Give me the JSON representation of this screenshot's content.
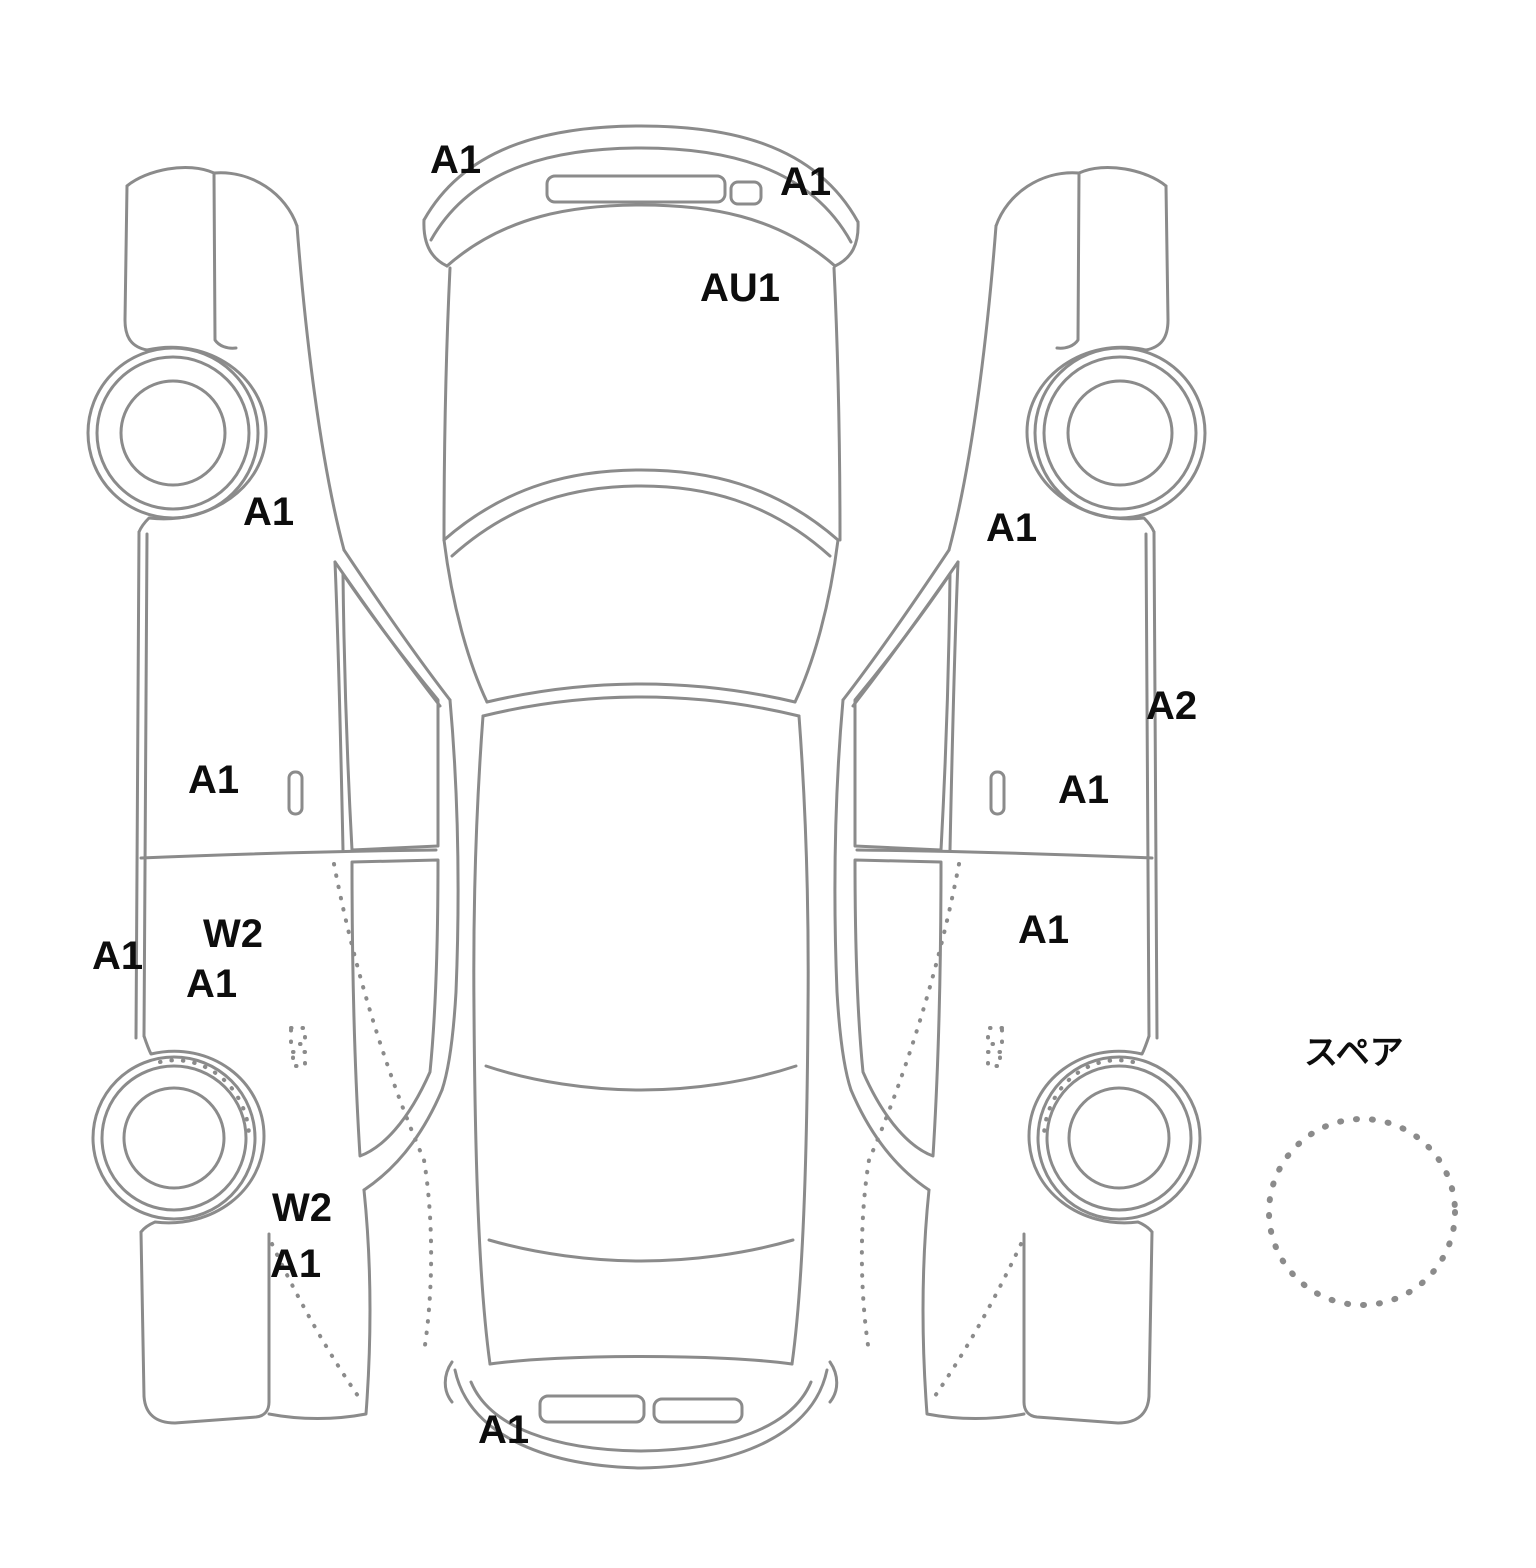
{
  "diagram": {
    "kind": "vehicle-damage-map",
    "views": [
      "left-side-view",
      "top-view",
      "right-side-view",
      "spare-tire"
    ]
  },
  "codes": {
    "front_glass_left": "A1",
    "front_bumper_right": "A1",
    "hood": "AU1",
    "left_front_fender": "A1",
    "right_front_fender": "A1",
    "right_rocker": "A2",
    "left_front_door": "A1",
    "right_front_door": "A1",
    "left_side_edge": "A1",
    "left_rear_door_w": "W2",
    "left_rear_door_a": "A1",
    "right_rear_door": "A1",
    "left_quarter_w": "W2",
    "left_quarter_a": "A1",
    "rear_bumper": "A1"
  },
  "spare": {
    "label": "スペア"
  },
  "colors": {
    "line": "#8b8b8b",
    "text": "#0d0d0d",
    "background": "#ffffff"
  }
}
